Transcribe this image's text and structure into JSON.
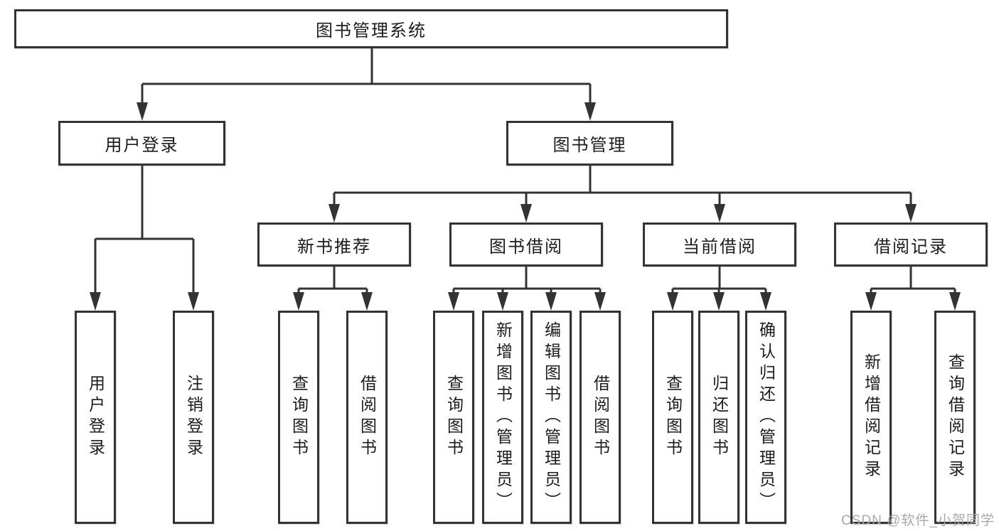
{
  "colors": {
    "line": "#333333",
    "text": "#1c1c1c",
    "background": "#ffffff",
    "watermark_color": "#a9a9a9"
  },
  "watermark": {
    "text": "CSDN @软件_小贺同学"
  },
  "tree": {
    "root": {
      "label": "图书管理系统",
      "children": [
        {
          "label": "用户登录",
          "children": [
            {
              "label": "用户登录"
            },
            {
              "label": "注销登录"
            }
          ]
        },
        {
          "label": "图书管理",
          "children": [
            {
              "label": "新书推荐",
              "children": [
                {
                  "label": "查询图书"
                },
                {
                  "label": "借阅图书"
                }
              ]
            },
            {
              "label": "图书借阅",
              "children": [
                {
                  "label": "查询图书"
                },
                {
                  "label": "新增图书（管理员）"
                },
                {
                  "label": "编辑图书（管理员）"
                },
                {
                  "label": "借阅图书"
                }
              ]
            },
            {
              "label": "当前借阅",
              "children": [
                {
                  "label": "查询图书"
                },
                {
                  "label": "归还图书"
                },
                {
                  "label": "确认归还（管理员）"
                }
              ]
            },
            {
              "label": "借阅记录",
              "children": [
                {
                  "label": "新增借阅记录"
                },
                {
                  "label": "查询借阅记录"
                }
              ]
            }
          ]
        }
      ]
    }
  }
}
